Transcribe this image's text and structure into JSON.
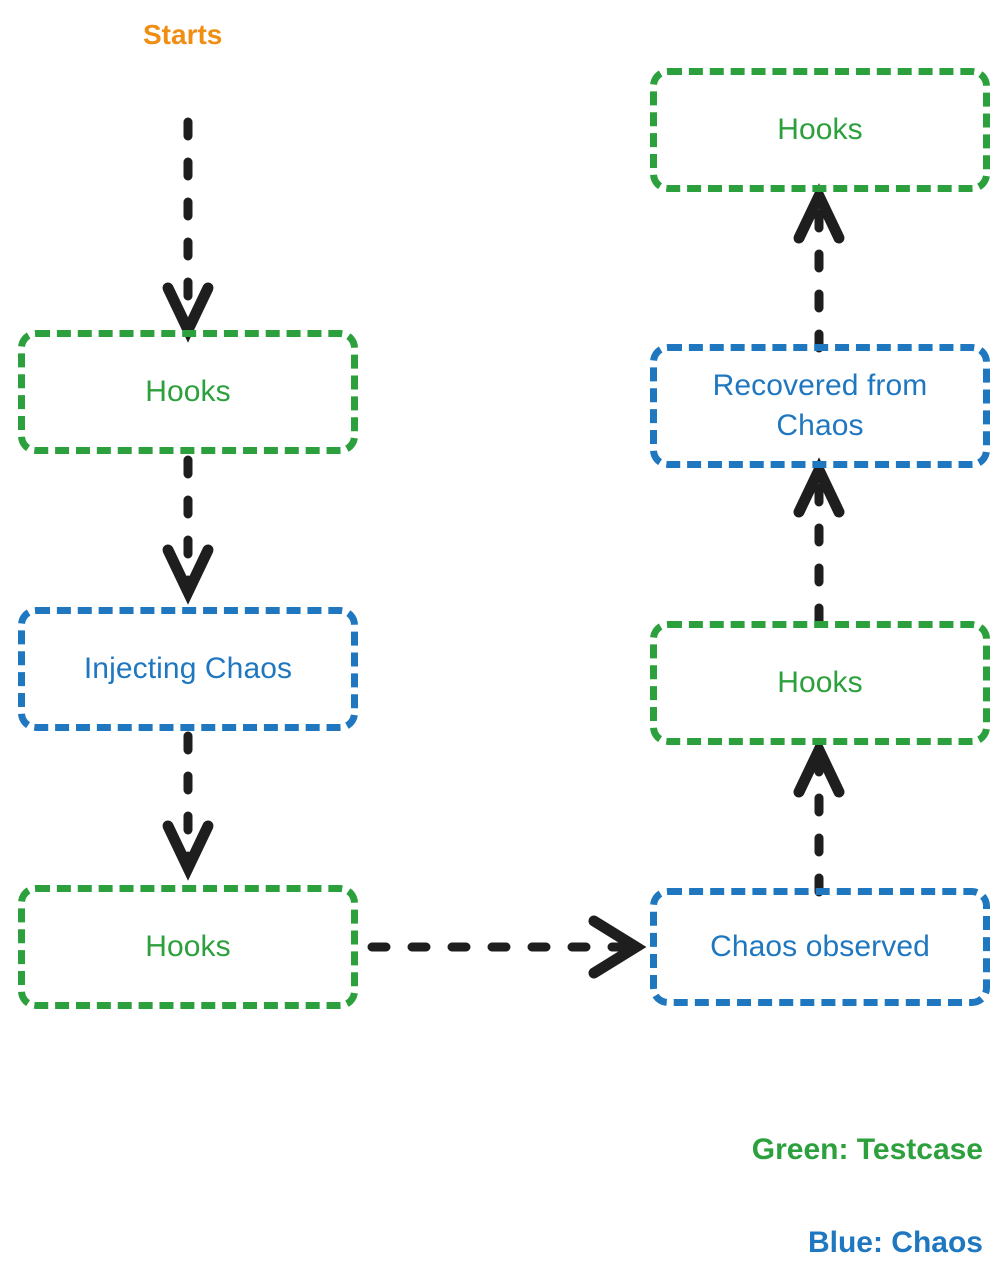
{
  "diagram": {
    "title_label": "Starts",
    "colors": {
      "green": "#2ca03c",
      "blue": "#1f77c0",
      "orange": "#ef8e13",
      "arrow": "#1e1e1e",
      "background": "#ffffff"
    },
    "nodes": {
      "left_hooks_top": "Hooks",
      "left_injecting_chaos": "Injecting Chaos",
      "left_hooks_bottom": "Hooks",
      "right_chaos_observed": "Chaos observed",
      "right_hooks_middle": "Hooks",
      "right_recovered": "Recovered from\nChaos",
      "right_hooks_top": "Hooks"
    },
    "legend": {
      "green_entry": "Green: Testcase",
      "blue_entry": "Blue: Chaos"
    }
  }
}
